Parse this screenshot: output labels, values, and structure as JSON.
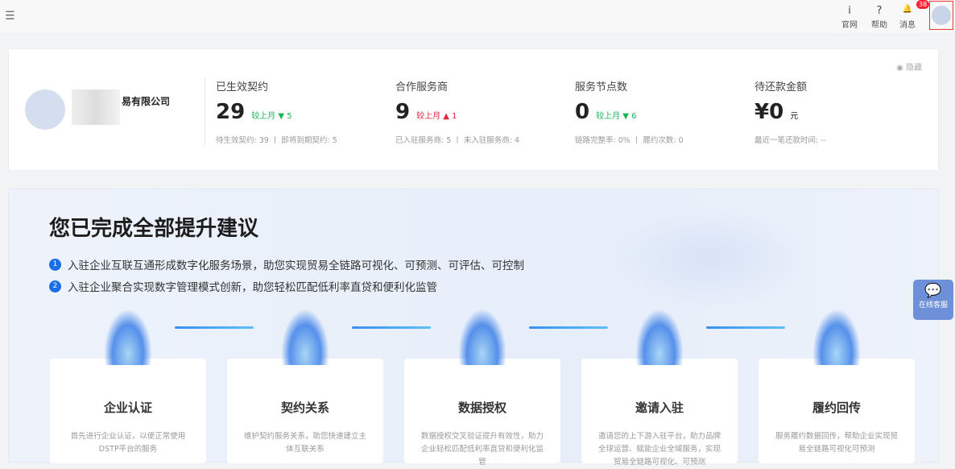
{
  "header": {
    "menu_icon": "menu-fold-icon",
    "items": [
      {
        "icon": "site-logo-icon",
        "glyph": "ⅰ",
        "label": "官网"
      },
      {
        "icon": "help-icon",
        "glyph": "?",
        "label": "帮助"
      },
      {
        "icon": "bell-icon",
        "glyph": "🔔",
        "label": "消息"
      }
    ],
    "badge": "38"
  },
  "summary": {
    "hide_label": "隐藏",
    "company": "易有限公司",
    "stats": [
      {
        "title": "已生效契约",
        "value": "29",
        "compare": "较上月",
        "trend": "down",
        "delta": "5",
        "sub": "待生效契约: 39 丨 即将到期契约: 5"
      },
      {
        "title": "合作服务商",
        "value": "9",
        "compare": "较上月",
        "trend": "up",
        "delta": "1",
        "sub": "已入驻服务商: 5 丨 未入驻服务商: 4"
      },
      {
        "title": "服务节点数",
        "value": "0",
        "compare": "较上月",
        "trend": "down",
        "delta": "6",
        "sub": "链路完整率: 0% 丨 履约次数: 0"
      },
      {
        "title": "待还款金额",
        "value": "¥0",
        "unit": "元",
        "sub": "最近一笔还款时间: --"
      }
    ]
  },
  "banner": {
    "title": "您已完成全部提升建议",
    "points": [
      "入驻企业互联互通形成数字化服务场景，助您实现贸易全链路可视化、可预测、可评估、可控制",
      "入驻企业聚合实现数字管理模式创新，助您轻松匹配低利率直贷和便利化监管"
    ],
    "steps": [
      {
        "title": "企业认证",
        "desc": "首先进行企业认证，以便正常使用DSTP平台的服务"
      },
      {
        "title": "契约关系",
        "desc": "维护契约服务关系，助您快速建立主体互联关系"
      },
      {
        "title": "数据授权",
        "desc": "数据授权交叉验证提升有效性，助力企业轻松匹配低利率直贷和便利化监管"
      },
      {
        "title": "邀请入驻",
        "desc": "邀请您的上下游入驻平台，助力品牌全球运营、赋能企业全域服务，实现贸易全链路可视化、可预测"
      },
      {
        "title": "履约回传",
        "desc": "服务履约数据回传，帮助企业实现贸易全链路可视化可预测"
      }
    ]
  },
  "chat": {
    "label": "在线客服"
  },
  "colors": {
    "accent": "#1a6ee8",
    "up": "#e3263a",
    "down": "#19b35a"
  }
}
